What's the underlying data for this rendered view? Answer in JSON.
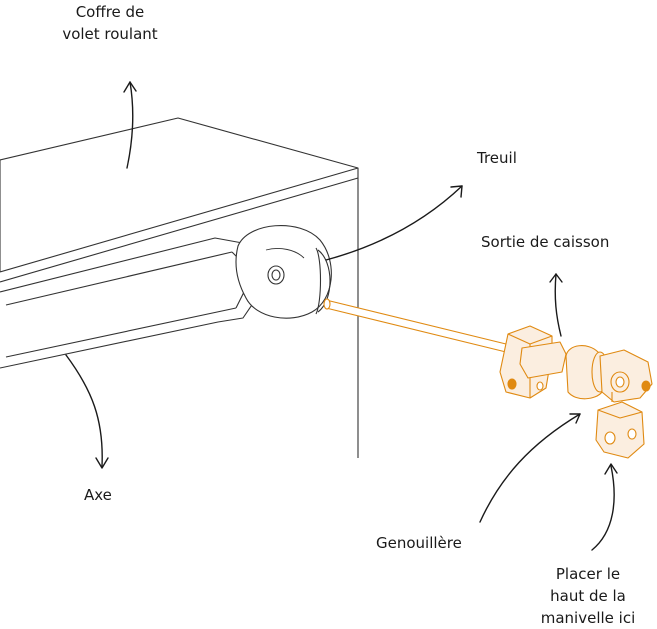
{
  "labels": {
    "coffre": [
      "Coffre de",
      "volet roulant"
    ],
    "treuil": "Treuil",
    "sortie": "Sortie de caisson",
    "axe": "Axe",
    "genouillere": "Genouillère",
    "placer": [
      "Placer le",
      "haut de la",
      "manivelle ici"
    ]
  },
  "colors": {
    "line": "#333333",
    "accent": "#e08a12",
    "accent_fill": "#fbeee0",
    "arrow": "#1a1a1a"
  }
}
